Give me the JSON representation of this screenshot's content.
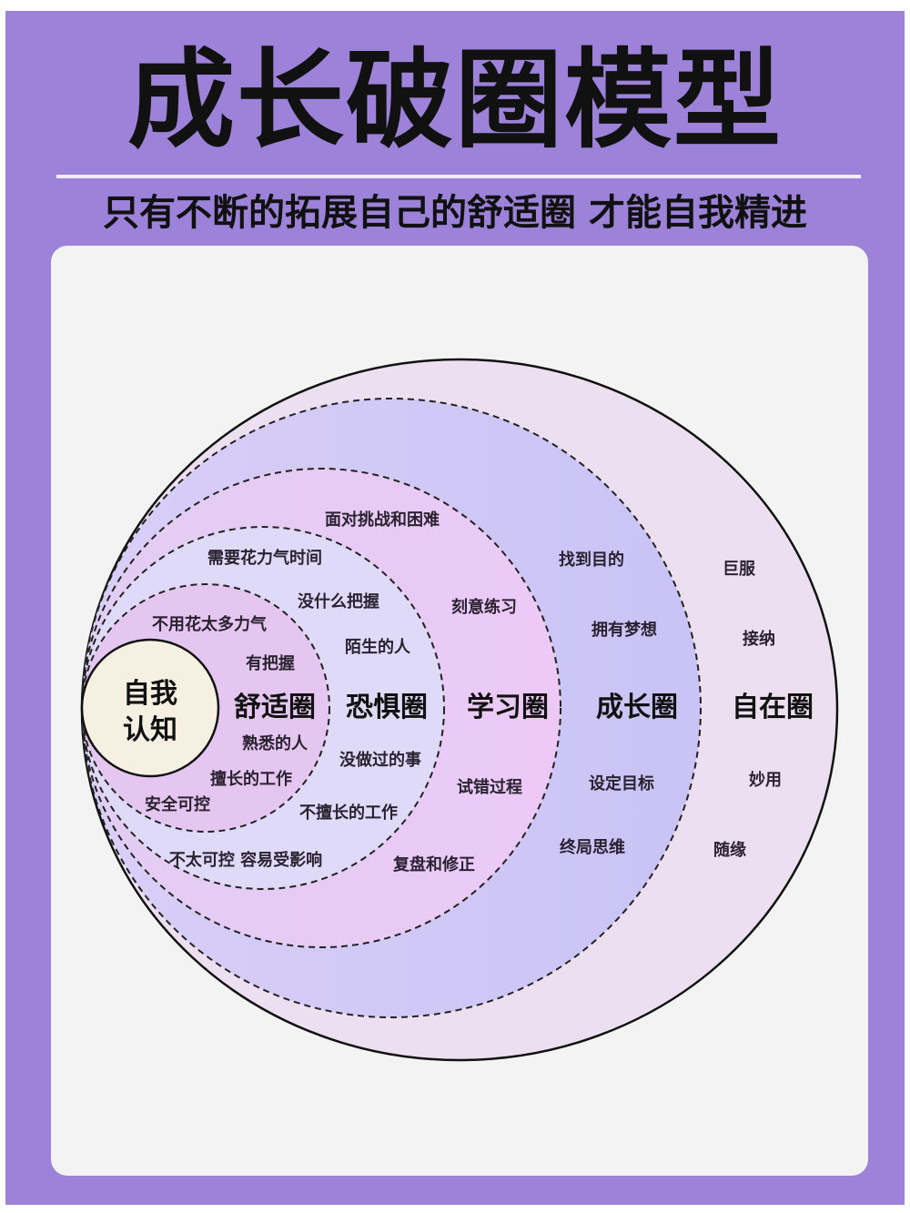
{
  "title": "成长破圈模型",
  "subtitle": "只有不断的拓展自己的舒适圈 才能自我精进",
  "circles": {
    "self": {
      "line1": "自我",
      "line2": "认知"
    },
    "comfort": {
      "name": "舒适圈",
      "items": [
        "不用花太多力气",
        "有把握",
        "熟悉的人",
        "擅长的工作",
        "安全可控"
      ]
    },
    "fear": {
      "name": "恐惧圈",
      "items": [
        "需要花力气时间",
        "没什么把握",
        "陌生的人",
        "没做过的事",
        "不擅长的工作",
        "不太可控 容易受影响"
      ]
    },
    "learning": {
      "name": "学习圈",
      "items": [
        "面对挑战和困难",
        "刻意练习",
        "试错过程",
        "复盘和修正"
      ]
    },
    "growth": {
      "name": "成长圈",
      "items": [
        "找到目的",
        "拥有梦想",
        "设定目标",
        "终局思维"
      ]
    },
    "freedom": {
      "name": "自在圈",
      "items": [
        "巨服",
        "接纳",
        "妙用",
        "随缘"
      ]
    }
  },
  "colors": {
    "frame": "#9c82d8",
    "card": "#f4f3f3",
    "freedom": "#ecdff0",
    "growth": "#cdc5f6",
    "learning": "#e9caf6",
    "fear": "#dedaf8",
    "comfort": "#e4c6f1",
    "self": "#f6f0e3"
  }
}
